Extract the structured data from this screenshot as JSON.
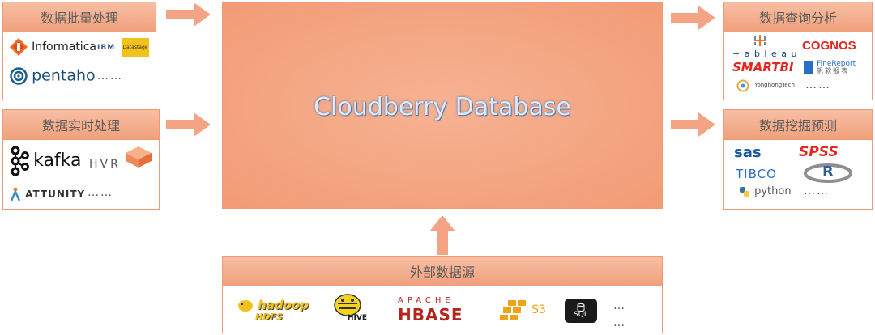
{
  "core": {
    "title": "Cloudberry Database"
  },
  "left_panels": {
    "batch": {
      "title": "数据批量处理",
      "logos": {
        "informatica": "Informatica",
        "ibm": "IBM",
        "datastage": "Datastage",
        "pentaho": "pentaho"
      },
      "more": "……"
    },
    "realtime": {
      "title": "数据实时处理",
      "logos": {
        "kafka": "kafka",
        "hvr": "HVR",
        "attunity": "ATTUNITY"
      },
      "more": "……"
    }
  },
  "right_panels": {
    "query": {
      "title": "数据查询分析",
      "logos": {
        "tableau": "+ a b l e a u",
        "cognos": "COGNOS",
        "smartbi": "SMARTBI",
        "finereport": "FineReport",
        "finereport_cn": "帆软报表",
        "yonghong": "YonghongTech"
      },
      "more": "……"
    },
    "mining": {
      "title": "数据挖掘预测",
      "logos": {
        "sas": "sas",
        "spss": "SPSS",
        "tibco": "TIBCO",
        "r": "R",
        "python": "python"
      },
      "more": "……"
    }
  },
  "external": {
    "title": "外部数据源",
    "logos": {
      "hadoop": "hadoop",
      "hdfs": "HDFS",
      "hive": "HIVE",
      "apache": "APACHE",
      "hbase": "HBASE",
      "s3": "S3",
      "sql": "SQL"
    },
    "more": "…"
  },
  "colors": {
    "accent": "#f19b75",
    "arrow": "#f4a484",
    "border": "#ee9a77",
    "header_text": "#5a5a5a",
    "core_text": "#dfe9f5"
  }
}
